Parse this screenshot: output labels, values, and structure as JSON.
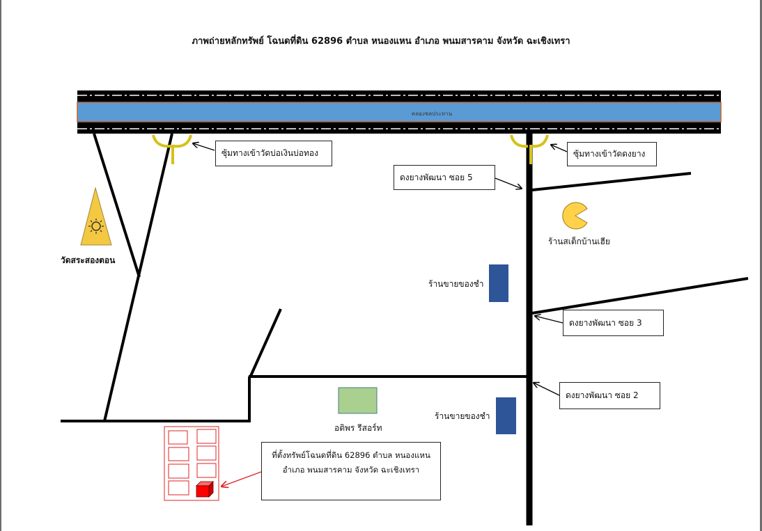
{
  "title": "ภาพถ่ายหลักทรัพย์ โฉนดที่ดิน 62896 ตำบล หนองแหน อำเภอ พนมสารคาม จังหวัด ฉะเชิงเทรา",
  "canal": {
    "label": "คลองชลประทาน"
  },
  "callouts": {
    "gate_left": "ซุ้มทางเข้าวัดบ่อเงินบ่อทอง",
    "gate_right": "ซุ้มทางเข้าวัดดงยาง",
    "soi5": "ดงยางพัฒนา ซอย 5",
    "soi3": "ดงยางพัฒนา ซอย 3",
    "soi2": "ดงยางพัฒนา ซอย 2"
  },
  "labels": {
    "temple": "วัดสระสองตอน",
    "shop_upper": "ร้านขายของชำ",
    "shop_lower": "ร้านขายของชำ",
    "resort": "อติพร รีสอร์ท",
    "game_shop": "ร้านสเต็กบ้านเฮีย"
  },
  "property": {
    "line1": "ที่ตั้งทรัพย์โฉนดที่ดิน 62896 ตำบล หนองแหน",
    "line2": "อำเภอ พนมสารคาม จังหวัด ฉะเชิงเทรา"
  },
  "colors": {
    "canal_fill": "#5b9bd5",
    "canal_border": "#c0622b",
    "gate": "#d4c21a",
    "temple_fill": "#f5c842",
    "shop_fill": "#2e5597",
    "resort_fill": "#a9d08e",
    "pacman_fill": "#ffd24a",
    "property_marker": "#ff0000",
    "road": "#000000"
  }
}
